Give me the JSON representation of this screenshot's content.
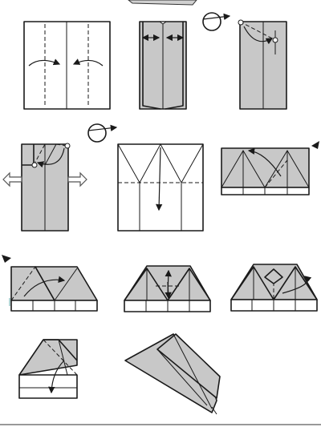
{
  "diagram": {
    "steps": [
      {
        "id": 1,
        "name": "fold-edges-to-center"
      },
      {
        "id": 2,
        "name": "unfold-edges"
      },
      {
        "id": 3,
        "name": "fold-corner-down"
      },
      {
        "id": 4,
        "name": "open-and-flatten"
      },
      {
        "id": 5,
        "name": "fold-triangle-down"
      },
      {
        "id": 6,
        "name": "turn-over-fold"
      },
      {
        "id": 7,
        "name": "fold-flap-up"
      },
      {
        "id": 8,
        "name": "fold-tip-up"
      },
      {
        "id": 9,
        "name": "fold-in-half"
      },
      {
        "id": 10,
        "name": "fold-wing-down"
      },
      {
        "id": 11,
        "name": "finished-plane"
      }
    ],
    "colors": {
      "paper": "#ffffff",
      "shade": "#c8c8c8",
      "line": "#1a1a1a"
    },
    "icons": [
      "turn-over-icon",
      "outline-arrow-icon",
      "pivot-point-icon"
    ]
  }
}
